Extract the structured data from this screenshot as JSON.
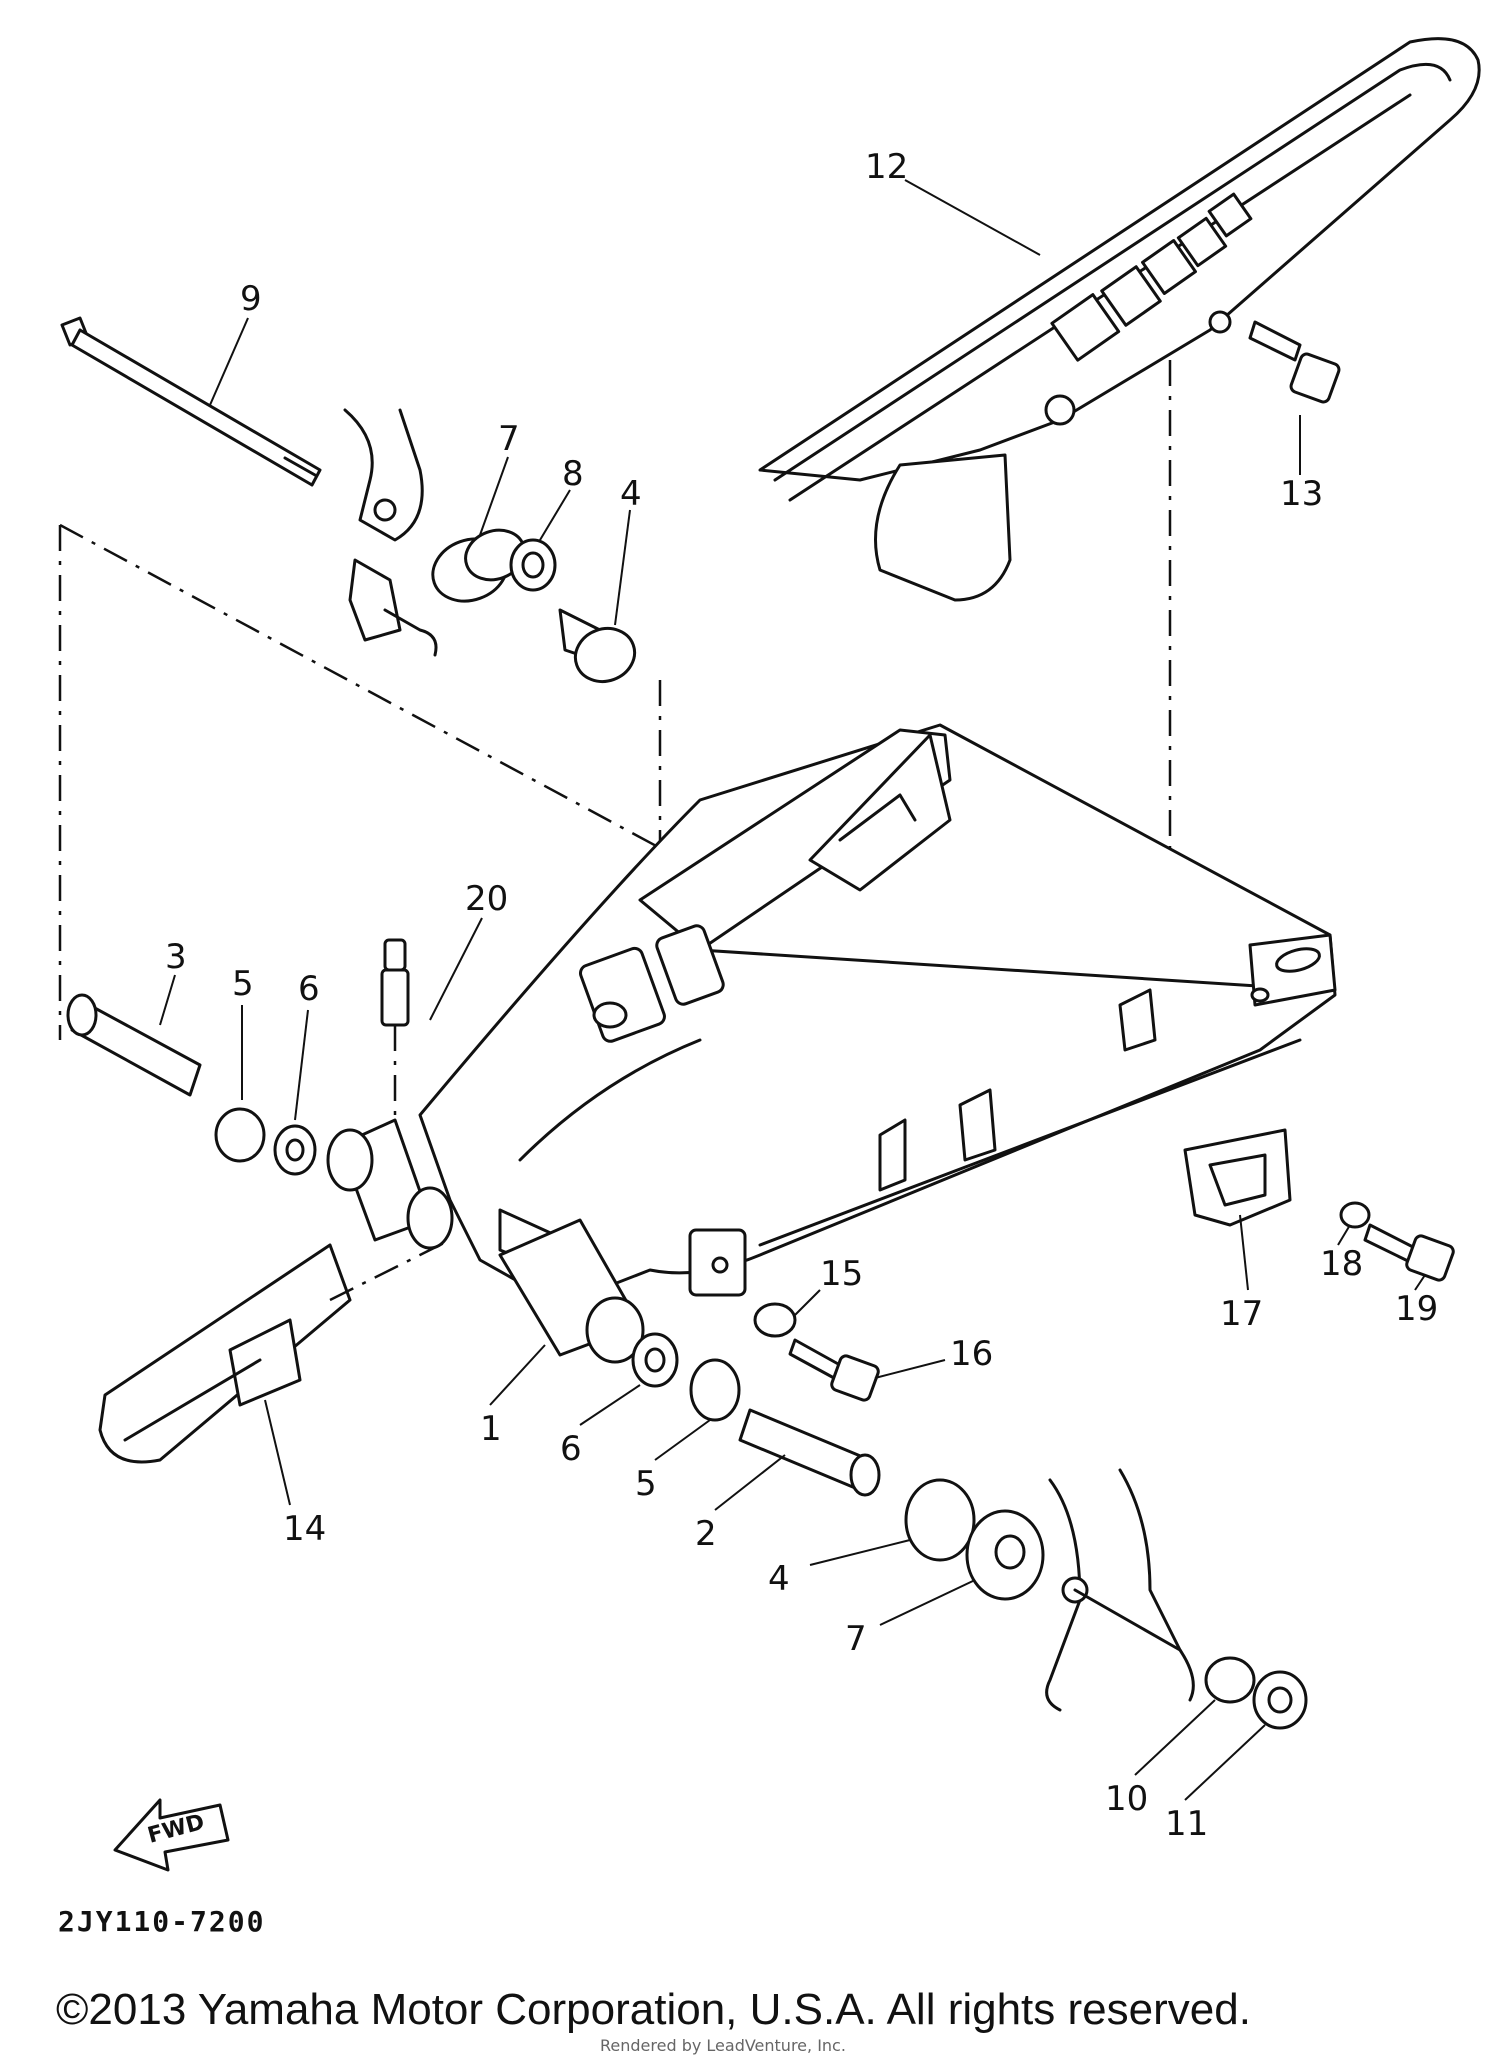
{
  "diagram": {
    "code": "2JY110-7200",
    "copyright": "©2013 Yamaha Motor Corporation, U.S.A. All rights reserved.",
    "rendered_by": "Rendered by LeadVenture, Inc.",
    "fwd_label": "FWD",
    "callouts": [
      "1",
      "2",
      "3",
      "4",
      "5",
      "6",
      "7",
      "8",
      "9",
      "10",
      "11",
      "12",
      "13",
      "14",
      "15",
      "16",
      "17",
      "18",
      "19",
      "20"
    ],
    "callout_extra": {
      "n4b": "4",
      "n5b": "5",
      "n6b": "6",
      "n7b": "7"
    }
  }
}
